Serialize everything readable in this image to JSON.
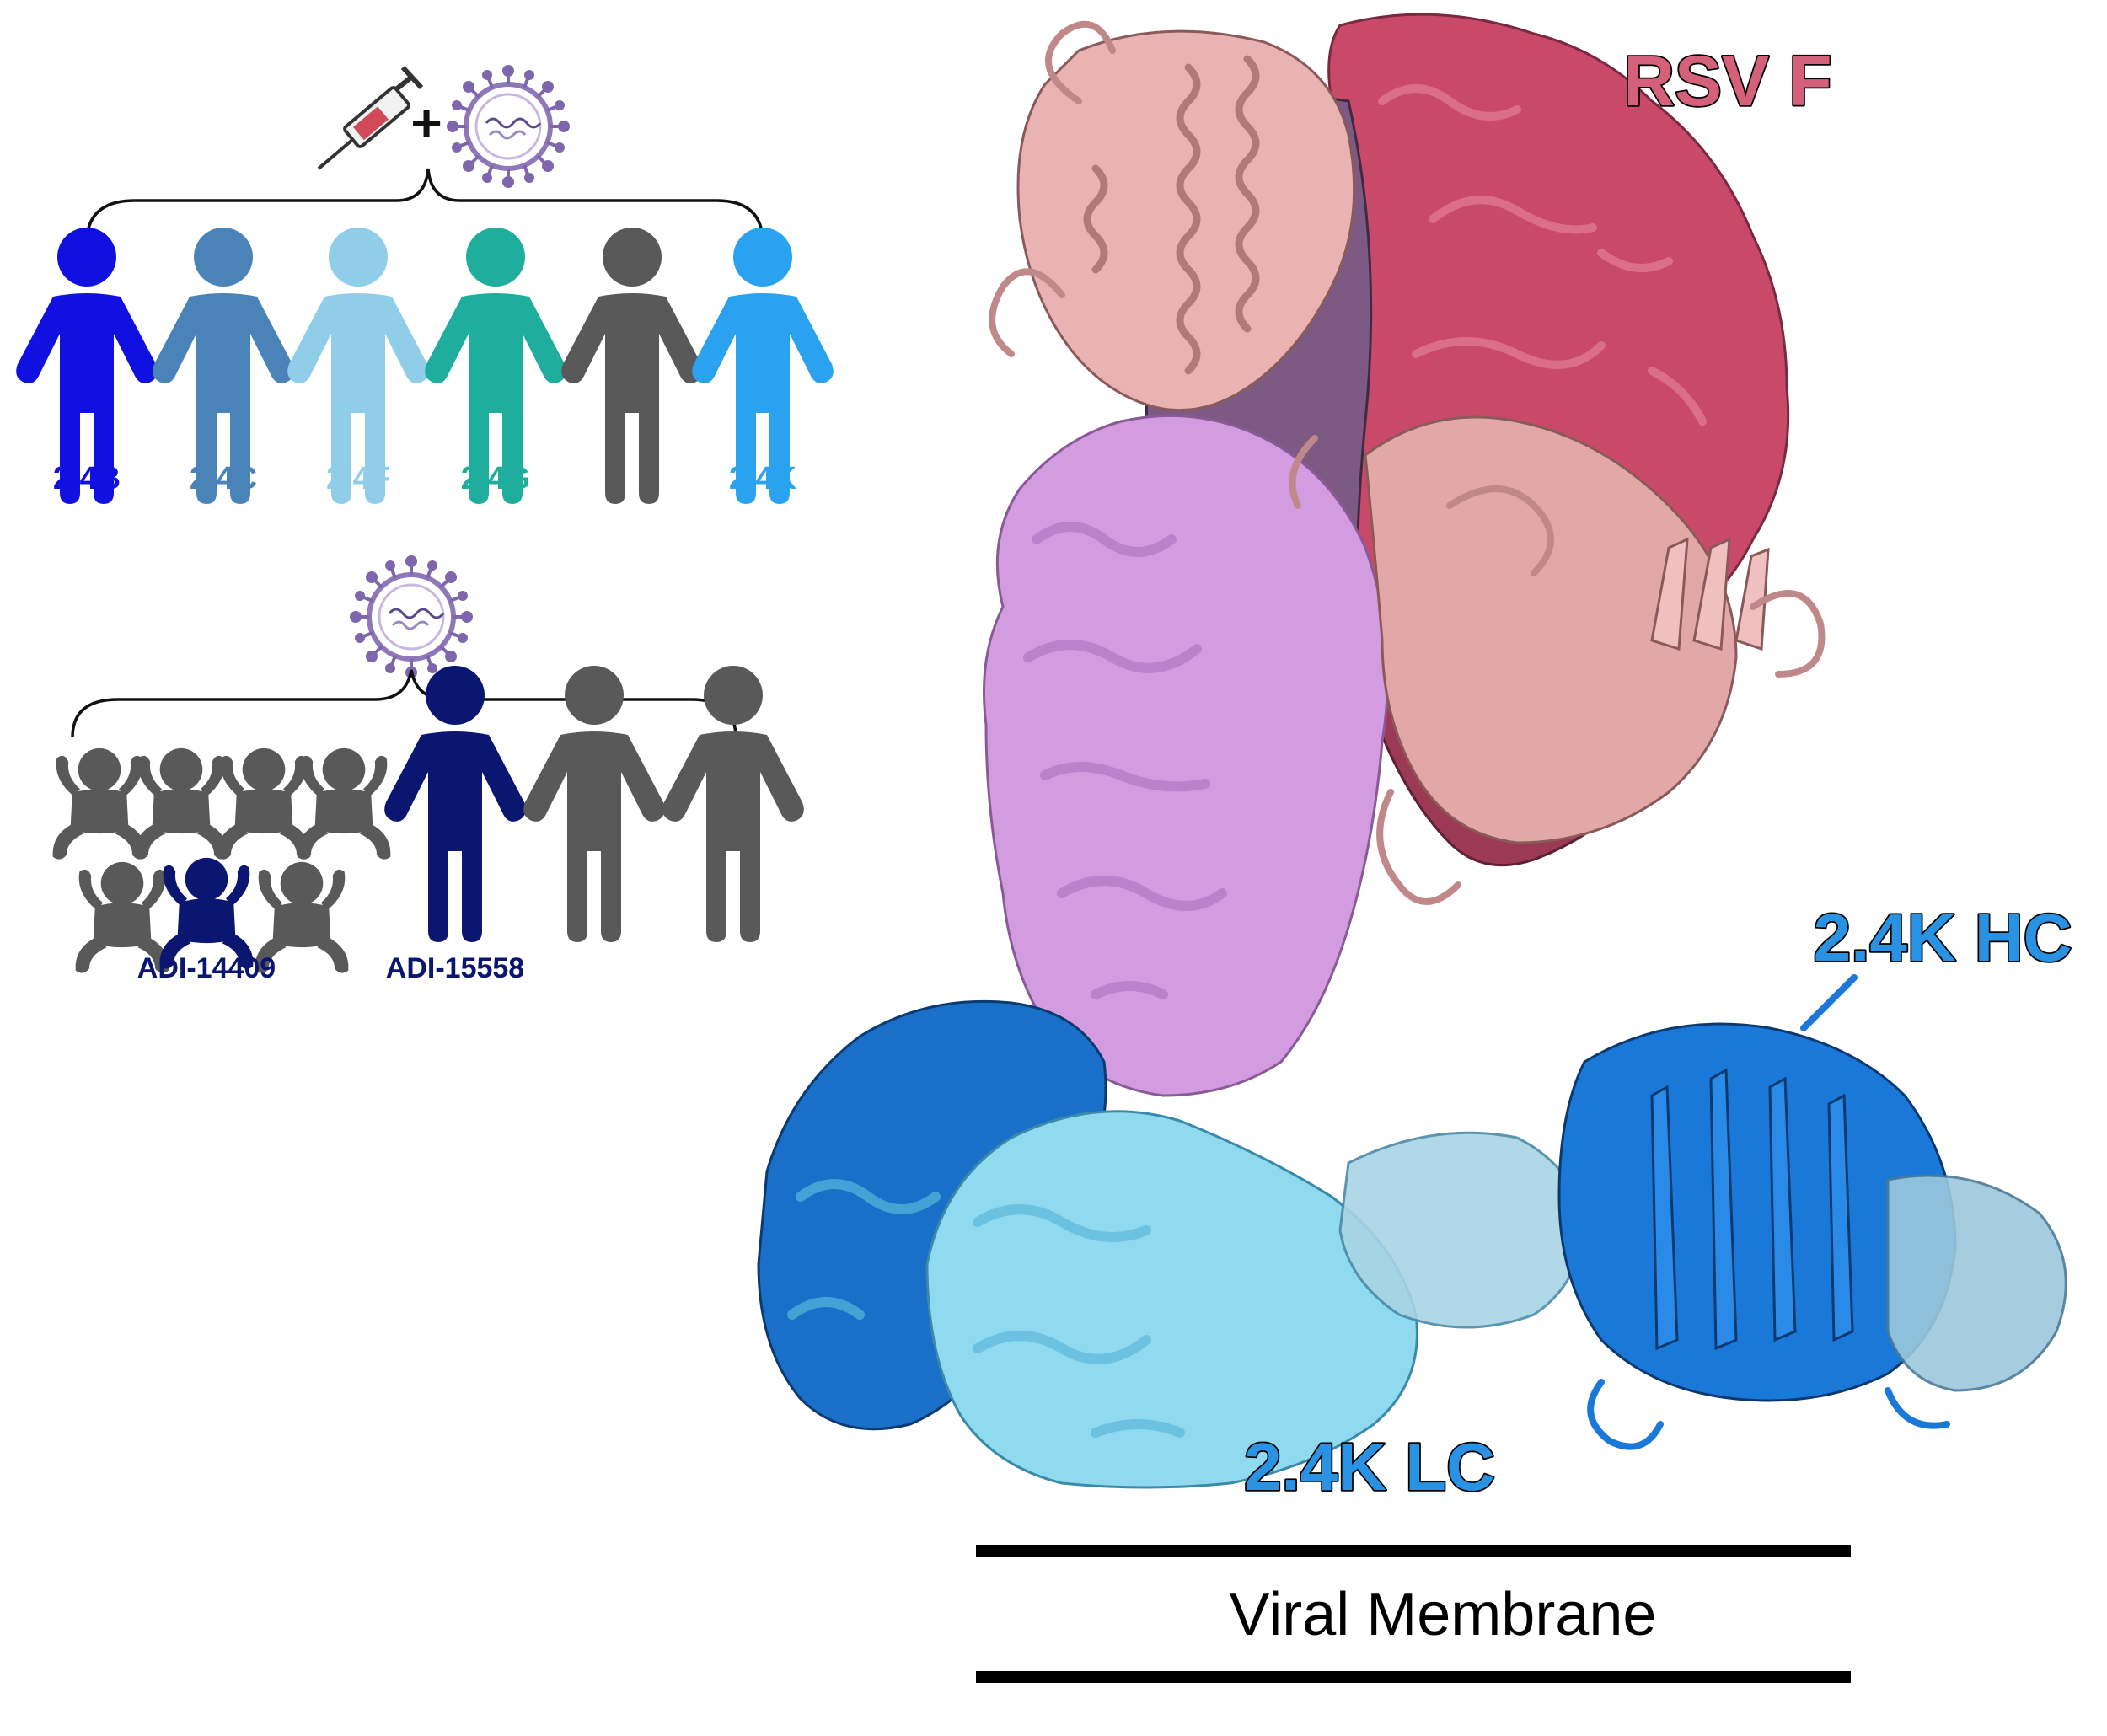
{
  "top_group": {
    "plus_sign": "+",
    "persons": [
      {
        "label": "2.4B",
        "color": "#1010e0"
      },
      {
        "label": "2.4C",
        "color": "#4a83b8"
      },
      {
        "label": "2.4F",
        "color": "#8fcde9"
      },
      {
        "label": "2.4G",
        "color": "#1fae9e"
      },
      {
        "label": "",
        "color": "#595959"
      },
      {
        "label": "2.4K",
        "color": "#2aa2f0"
      }
    ]
  },
  "bottom_group": {
    "infant_label": "ADI-14409",
    "adult_label": "ADI-15558",
    "highlight_color": "#0b1670",
    "gray_color": "#595959"
  },
  "structure": {
    "rsv_f_label": "RSV F",
    "hc_label": "2.4K HC",
    "lc_label": "2.4K LC",
    "membrane_label": "Viral Membrane"
  },
  "colors": {
    "rsv_f_label": "#d5607a",
    "antibody_label": "#2a92e2",
    "rsv_pink": "#c94a68",
    "rsv_light": "#e9b3b3",
    "rsv_lilac": "#d39be0",
    "hc_blue": "#1a78d8",
    "lc_cyan": "#8fdaee"
  }
}
